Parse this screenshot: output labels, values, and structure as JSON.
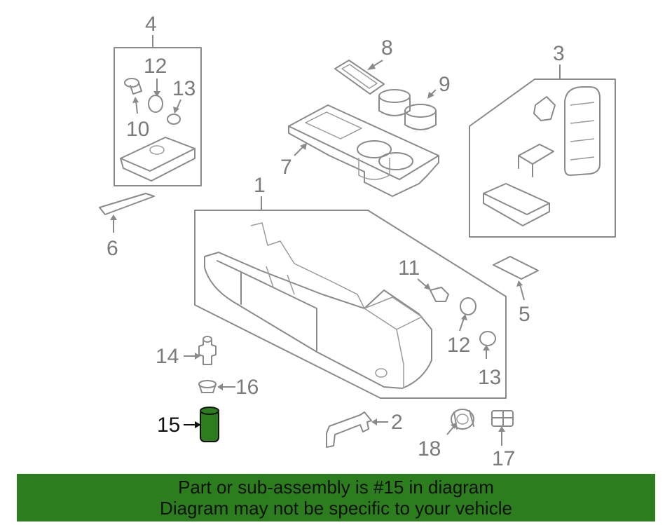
{
  "highlight_color": "#2c7d1d",
  "callouts": {
    "c1": "1",
    "c2": "2",
    "c3": "3",
    "c4": "4",
    "c5": "5",
    "c6": "6",
    "c7": "7",
    "c8": "8",
    "c9": "9",
    "c10": "10",
    "c11": "11",
    "c12a": "12",
    "c12b": "12",
    "c13a": "13",
    "c13b": "13",
    "c14": "14",
    "c15": "15",
    "c16": "16",
    "c17": "17",
    "c18": "18"
  },
  "banner": {
    "line1": "Part or sub-assembly is #15 in diagram",
    "line2": "Diagram may not be specific to your vehicle"
  }
}
